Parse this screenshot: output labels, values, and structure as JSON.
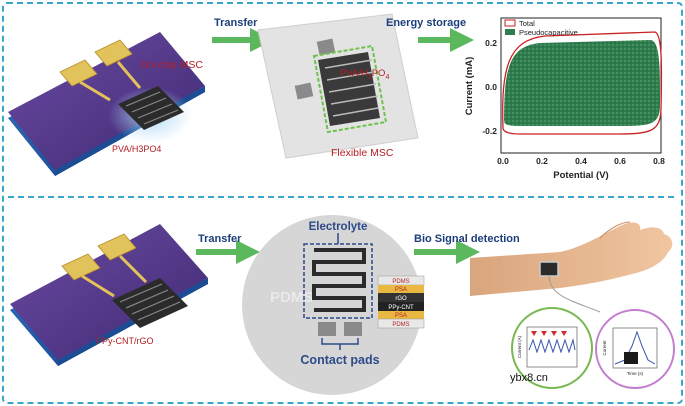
{
  "top_row": {
    "transfer_label": "Transfer",
    "energy_label": "Energy storage",
    "onchip_label": "On-chip MSC",
    "electrolyte_label": "PVA/H3PO4",
    "flexible_electrolyte_label": "PVA/H",
    "flexible_electrolyte_sub1": "3",
    "flexible_electrolyte_mid": "PO",
    "flexible_electrolyte_sub2": "4",
    "flexible_label": "Flexible MSC"
  },
  "cv_chart": {
    "xlabel": "Potential (V)",
    "ylabel": "Current (mA)",
    "legend": [
      "Total",
      "Pseudocapacitive"
    ],
    "xticks": [
      "0.0",
      "0.2",
      "0.4",
      "0.6",
      "0.8"
    ],
    "yticks": [
      "0.2",
      "0.0",
      "-0.2"
    ]
  },
  "bottom_row": {
    "transfer_label": "Transfer",
    "bio_label": "Bio Signal detection",
    "sensor_label": "PPy-CNT/rGO",
    "pdms_watermark": "PDMS",
    "electrolyte_label": "Electrolyte",
    "contact_label": "Contact pads",
    "layers": [
      "PDMS",
      "PSA",
      "rGO",
      "PPy-CNT",
      "PSA",
      "PDMS"
    ]
  },
  "insets": {
    "left_ylabel": "Current (A)",
    "right_ylabel": "Current",
    "right_xlabel": "Time (s)"
  },
  "watermark": "ybx8.cn",
  "colors": {
    "border": "#3aa6c9",
    "arrow": "#5cb85c",
    "substrate": "#5a3e8e",
    "gold": "#e2c25a",
    "electrode": "#2b2b2b",
    "red_label": "#b32025",
    "navy_label": "#2d4a8a",
    "cv_fill": "#2f7d4f",
    "cv_line": "#cc1f1f"
  }
}
